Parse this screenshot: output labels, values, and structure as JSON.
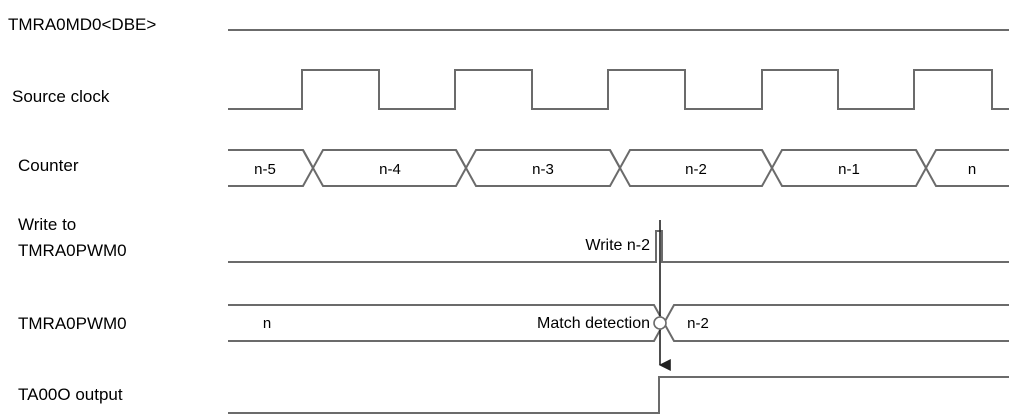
{
  "signals": {
    "dbe": {
      "label": "TMRA0MD0<DBE>"
    },
    "source_clock": {
      "label": "Source clock"
    },
    "counter": {
      "label": "Counter",
      "values": [
        "n-5",
        "n-4",
        "n-3",
        "n-2",
        "n-1",
        "n"
      ]
    },
    "write": {
      "label_line1": "Write to",
      "label_line2": "TMRA0PWM0",
      "annotation": "Write n-2"
    },
    "pwm_reg": {
      "label": "TMRA0PWM0",
      "value_before": "n",
      "value_after": "n-2",
      "annotation": "Match detection"
    },
    "output": {
      "label": "TA00O output"
    }
  },
  "colors": {
    "line": "#6b6b6b",
    "text": "#000000",
    "arrow": "#222222"
  }
}
